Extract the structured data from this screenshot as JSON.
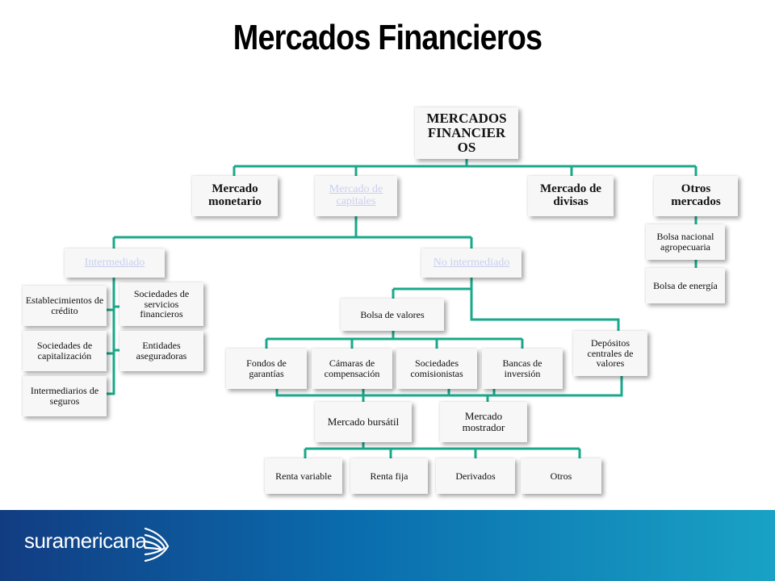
{
  "title": "Mercados Financieros",
  "root": "MERCADOS FINANCIER OS",
  "level1": {
    "monetario": "Mercado monetario",
    "capitales": "Mercado de capitales",
    "divisas": "Mercado de divisas",
    "otros": "Otros mercados"
  },
  "otros_items": [
    "Bolsa nacional agropecuaria",
    "Bolsa de energía"
  ],
  "capitales_children": {
    "intermediado": "Intermediado",
    "no_intermediado": "No intermediado"
  },
  "intermediado_left": [
    "Establecimientos de crédito",
    "Sociedades de capitalización",
    "Intermediarios de seguros"
  ],
  "intermediado_right": [
    "Sociedades de servicios financieros",
    "Entidades aseguradoras"
  ],
  "no_intermediado_children": {
    "bolsa": "Bolsa de valores",
    "depositos": "Depósitos centrales de valores"
  },
  "bolsa_children": [
    "Fondos de garantías",
    "Cámaras de compensación",
    "Sociedades comisionistas",
    "Bancas de inversión"
  ],
  "mercados": [
    "Mercado bursátil",
    "Mercado mostrador"
  ],
  "instrumentos": [
    "Renta variable",
    "Renta fija",
    "Derivados",
    "Otros"
  ],
  "footer": {
    "brand": "suramericana"
  },
  "colors": {
    "connector": "#1aa88a",
    "footer_start": "#123c82",
    "footer_end": "#19a2c5"
  }
}
